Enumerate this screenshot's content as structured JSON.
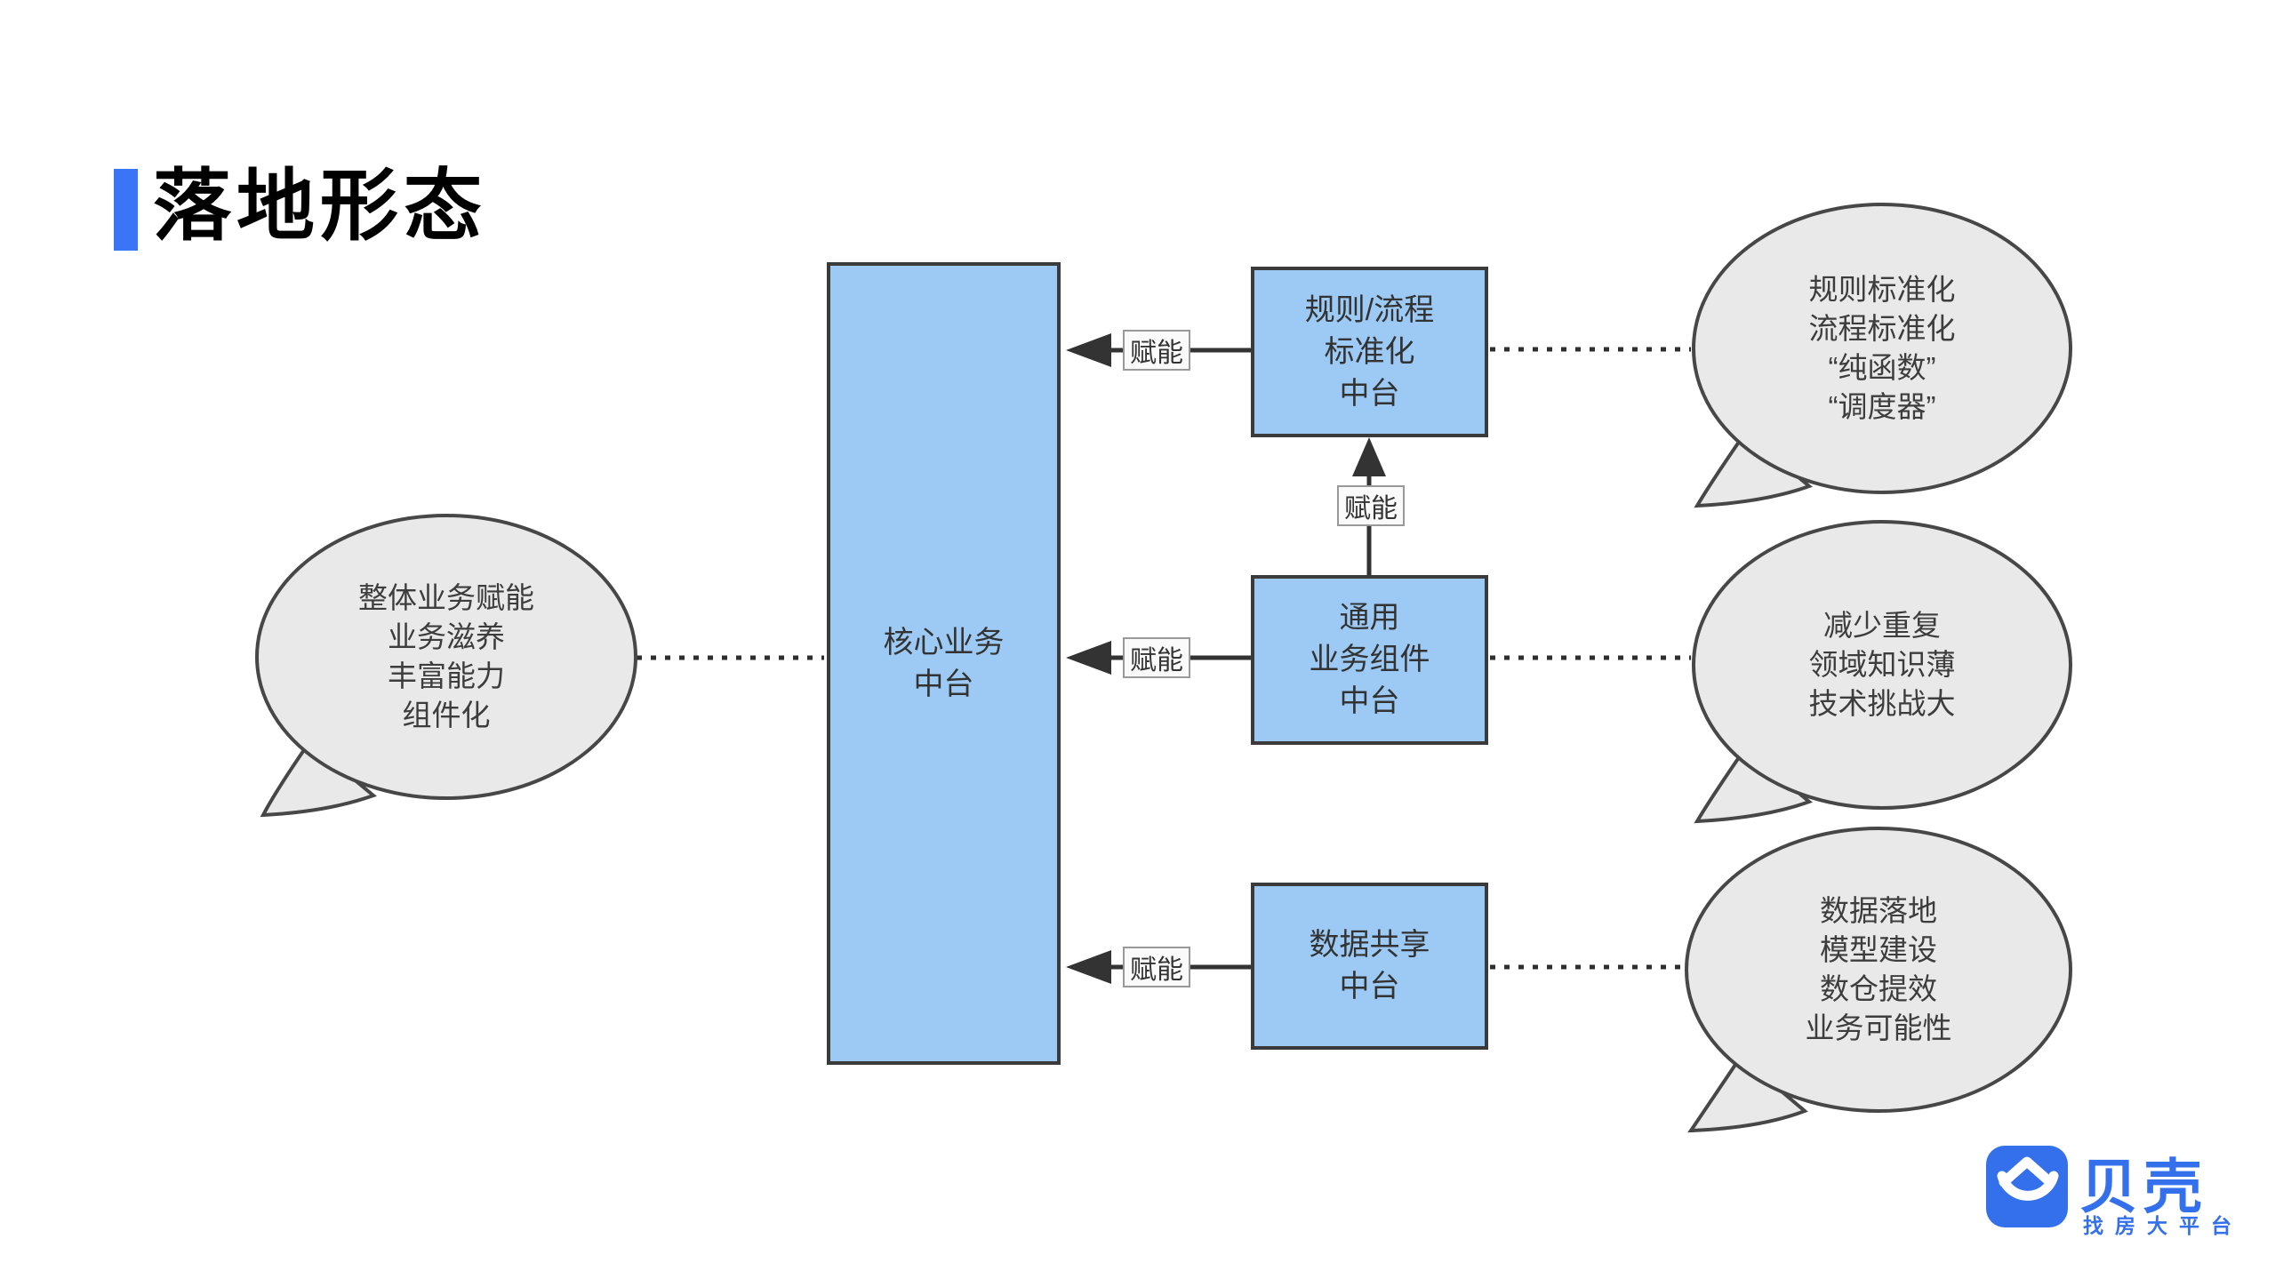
{
  "page": {
    "title": "落地形态"
  },
  "colors": {
    "accent_blue": "#3B74F6",
    "logo_blue": "#3570EC",
    "box_fill": "#9DCAF4",
    "box_border": "#3A3A3A",
    "bubble_fill": "#E9E9E9",
    "bubble_border": "#474747",
    "connector": "#333333",
    "label_bg": "#FAFAFA",
    "label_border": "#999999",
    "text_dark": "#333333"
  },
  "diagram": {
    "center_box": {
      "lines": [
        "核心业务",
        "中台"
      ]
    },
    "platform_boxes": [
      {
        "name": "rules-process",
        "lines": [
          "规则/流程",
          "标准化",
          "中台"
        ]
      },
      {
        "name": "common-components",
        "lines": [
          "通用",
          "业务组件",
          "中台"
        ]
      },
      {
        "name": "data-sharing",
        "lines": [
          "数据共享",
          "中台"
        ]
      }
    ],
    "enable_labels": [
      "赋能",
      "赋能",
      "赋能",
      "赋能"
    ],
    "bubbles": [
      {
        "name": "left",
        "lines": [
          "整体业务赋能",
          "业务滋养",
          "丰富能力",
          "组件化"
        ]
      },
      {
        "name": "right-top",
        "lines": [
          "规则标准化",
          "流程标准化",
          "“纯函数”",
          "“调度器”"
        ]
      },
      {
        "name": "right-middle",
        "lines": [
          "减少重复",
          "领域知识薄",
          "技术挑战大"
        ]
      },
      {
        "name": "right-bottom",
        "lines": [
          "数据落地",
          "模型建设",
          "数仓提效",
          "业务可能性"
        ]
      }
    ]
  },
  "logo": {
    "name": "贝壳",
    "tagline": "找房大平台"
  }
}
